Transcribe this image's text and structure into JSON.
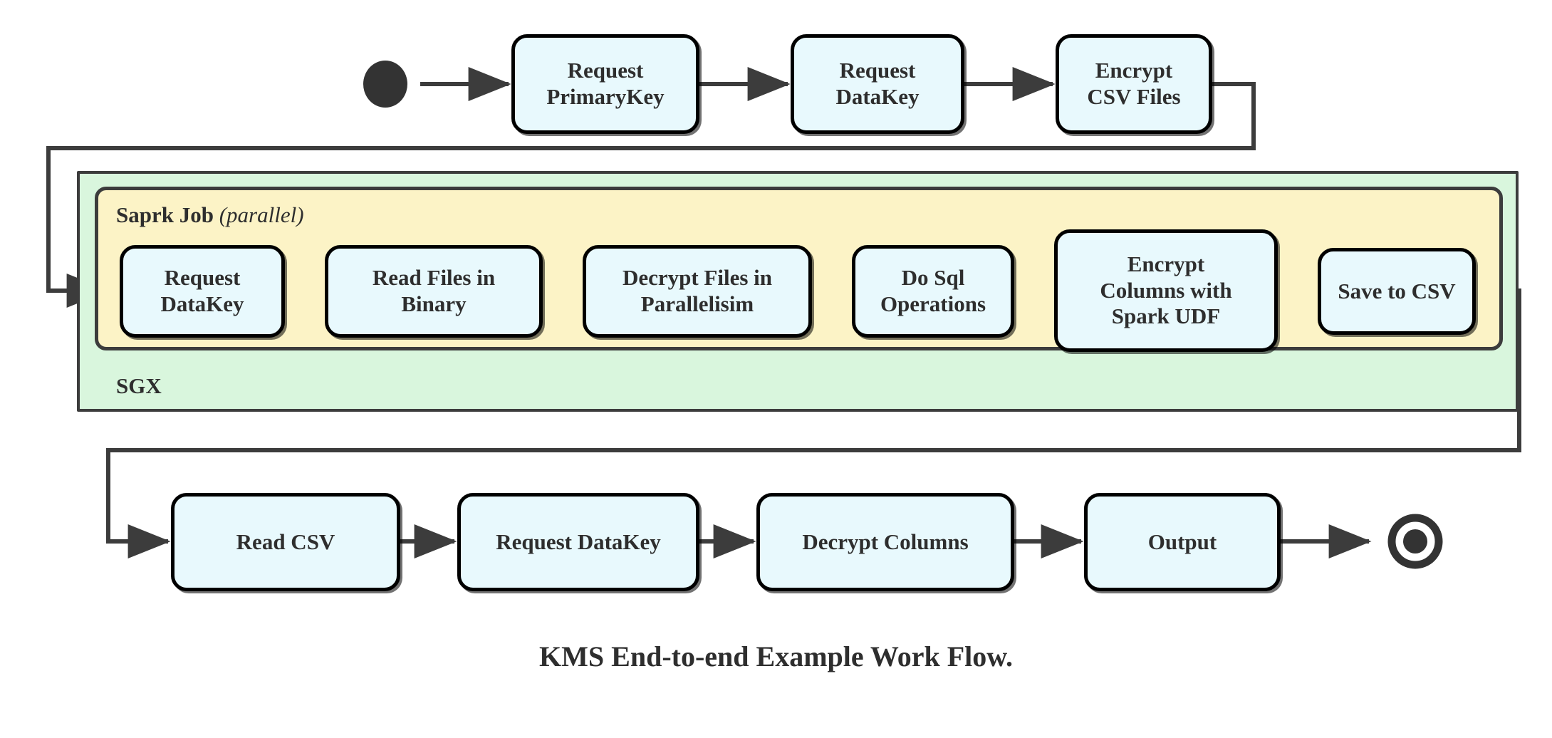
{
  "diagram": {
    "caption": "KMS End-to-end Example Work Flow.",
    "colors": {
      "node_fill": "#e8f9fd",
      "node_stroke": "#000000",
      "sgx_fill": "#d9f6dd",
      "spark_fill": "#fcf3c6",
      "container_stroke": "#3c3c3c",
      "connector": "#3c3c3c",
      "text": "#2e2e2e"
    },
    "start_node": {
      "name": "start-node",
      "shape": "filled-circle"
    },
    "end_node": {
      "name": "end-node",
      "shape": "ring-with-filled-center"
    },
    "containers": {
      "sgx": {
        "label": "SGX"
      },
      "spark": {
        "label_bold": "Saprk Job",
        "label_italic": "(parallel)"
      }
    },
    "rows": {
      "top": [
        {
          "id": "request-primarykey",
          "label": "Request\nPrimaryKey"
        },
        {
          "id": "request-datakey-top",
          "label": "Request\nDataKey"
        },
        {
          "id": "encrypt-csv-files",
          "label": "Encrypt\nCSV Files"
        }
      ],
      "spark": [
        {
          "id": "request-datakey-spark",
          "label": "Request\nDataKey"
        },
        {
          "id": "read-files-in-binary",
          "label": "Read Files in\nBinary"
        },
        {
          "id": "decrypt-files-in-parallelisim",
          "label": "Decrypt Files in\nParallelisim"
        },
        {
          "id": "do-sql-operations",
          "label": "Do Sql\nOperations"
        },
        {
          "id": "encrypt-columns-with-spark-udf",
          "label": "Encrypt\nColumns with\nSpark UDF"
        },
        {
          "id": "save-to-csv",
          "label": "Save to CSV"
        }
      ],
      "bottom": [
        {
          "id": "read-csv",
          "label": "Read CSV"
        },
        {
          "id": "request-datakey-bottom",
          "label": "Request DataKey"
        },
        {
          "id": "decrypt-columns",
          "label": "Decrypt Columns"
        },
        {
          "id": "output",
          "label": "Output"
        }
      ]
    }
  }
}
